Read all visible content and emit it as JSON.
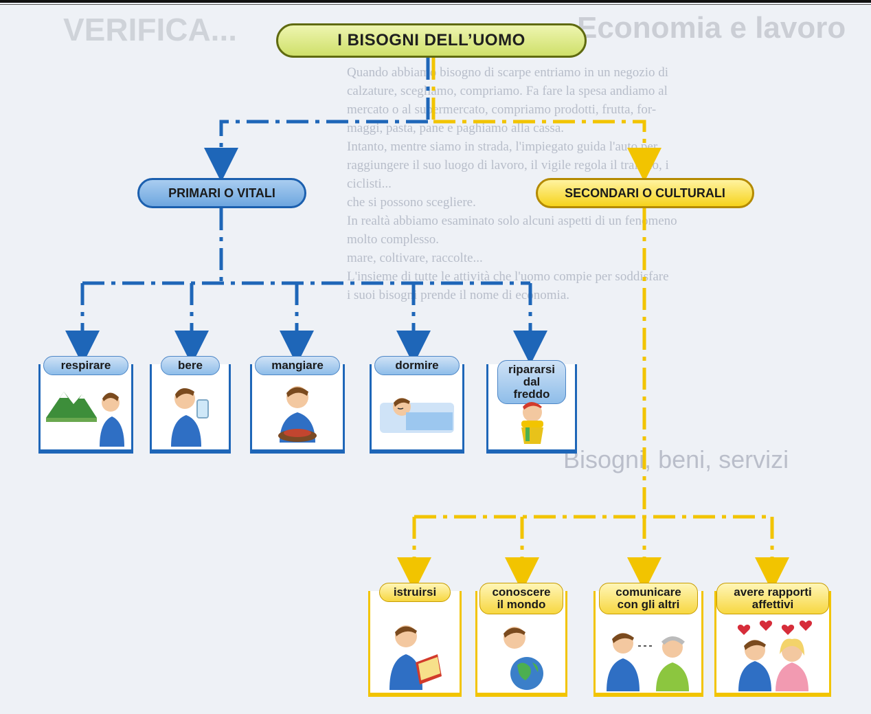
{
  "diagram": {
    "title": "I BISOGNI DELL’UOMO",
    "primary": {
      "label": "PRIMARI O VITALI",
      "color": "#1e66b8",
      "items": [
        {
          "label": "respirare",
          "icon": "mountains-breathing-icon"
        },
        {
          "label": "bere",
          "icon": "boy-drinking-icon"
        },
        {
          "label": "mangiare",
          "icon": "boy-eating-icon"
        },
        {
          "label": "dormire",
          "icon": "child-sleeping-icon"
        },
        {
          "label": "ripararsi\ndal freddo",
          "icon": "child-scarf-icon"
        }
      ]
    },
    "secondary": {
      "label": "SECONDARI O CULTURALI",
      "color": "#f2c400",
      "items": [
        {
          "label": "istruirsi",
          "icon": "boy-reading-icon"
        },
        {
          "label": "conoscere\nil mondo",
          "icon": "boy-globe-icon"
        },
        {
          "label": "comunicare\ncon gli altri",
          "icon": "people-talking-icon"
        },
        {
          "label": "avere rapporti\naffettivi",
          "icon": "couple-hearts-icon"
        }
      ]
    }
  },
  "background_page": {
    "top_title_left": "VERIFICA...",
    "top_title_right": "Economia e lavoro",
    "heading": "Bisogni, beni, servizi",
    "paragraph_lines": [
      "Quando abbiamo bisogno di scarpe entriamo in un negozio di",
      "calzature, scegliamo, compriamo. Fa fare la spesa andiamo al",
      "mercato o al supermercato, compriamo prodotti, frutta, for-",
      "maggi, pasta, pane e paghiamo alla cassa.",
      "Intanto, mentre siamo in strada, l'impiegato guida l'auto per",
      "raggiungere il suo luogo di lavoro, il vigile regola il traffico, i",
      "ciclisti...",
      "che si possono scegliere.",
      "In realtà abbiamo esaminato solo alcuni aspetti di un fenomeno",
      "molto complesso.",
      "mare, coltivare, raccolte...",
      "L'insieme di tutte le attività che l'uomo compie per soddisfare",
      "i suoi bisogni prende il nome di economia."
    ]
  }
}
